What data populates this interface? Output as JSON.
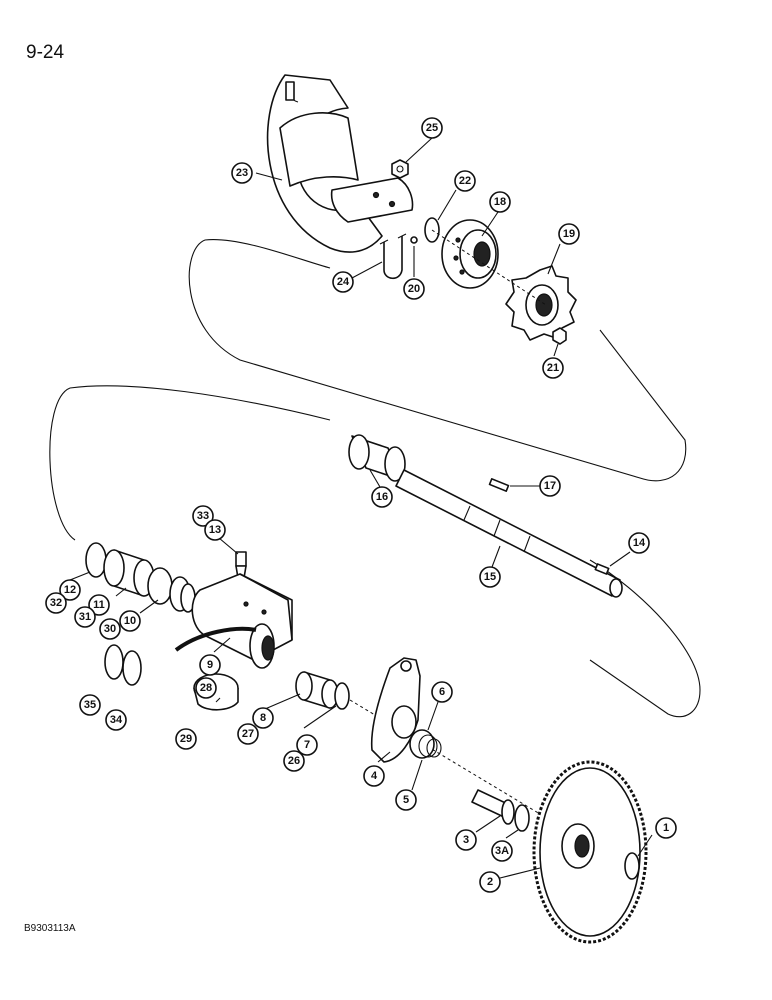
{
  "page_number": "9-24",
  "figure_id": "B9303113A",
  "callouts": [
    "25",
    "23",
    "22",
    "18",
    "19",
    "24",
    "20",
    "21",
    "16",
    "17",
    "33",
    "13",
    "14",
    "12",
    "15",
    "32",
    "11",
    "31",
    "30",
    "10",
    "6",
    "9",
    "35",
    "28",
    "34",
    "29",
    "8",
    "27",
    "7",
    "26",
    "4",
    "5",
    "1",
    "3",
    "3A",
    "2"
  ]
}
